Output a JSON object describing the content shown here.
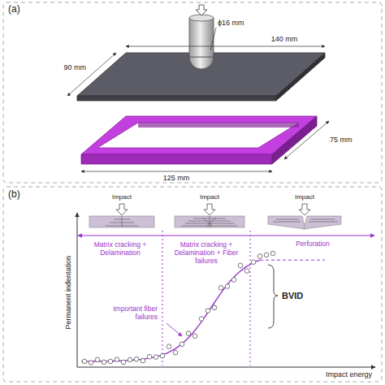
{
  "diagram": {
    "labels": [
      "(a)",
      "140 mm",
      "90 mm",
      "ϕ16 mm",
      "75 mm",
      "125 mm",
      "(b)",
      "Impact",
      "Impact",
      "Impact",
      "Matrix cracking + Delamination",
      "Matrix cracking + Delamination + Fiber failures",
      "Perforation",
      "Important fiber failures",
      "BVID",
      "Permanent indentation",
      "Impact energy"
    ]
  }
}
